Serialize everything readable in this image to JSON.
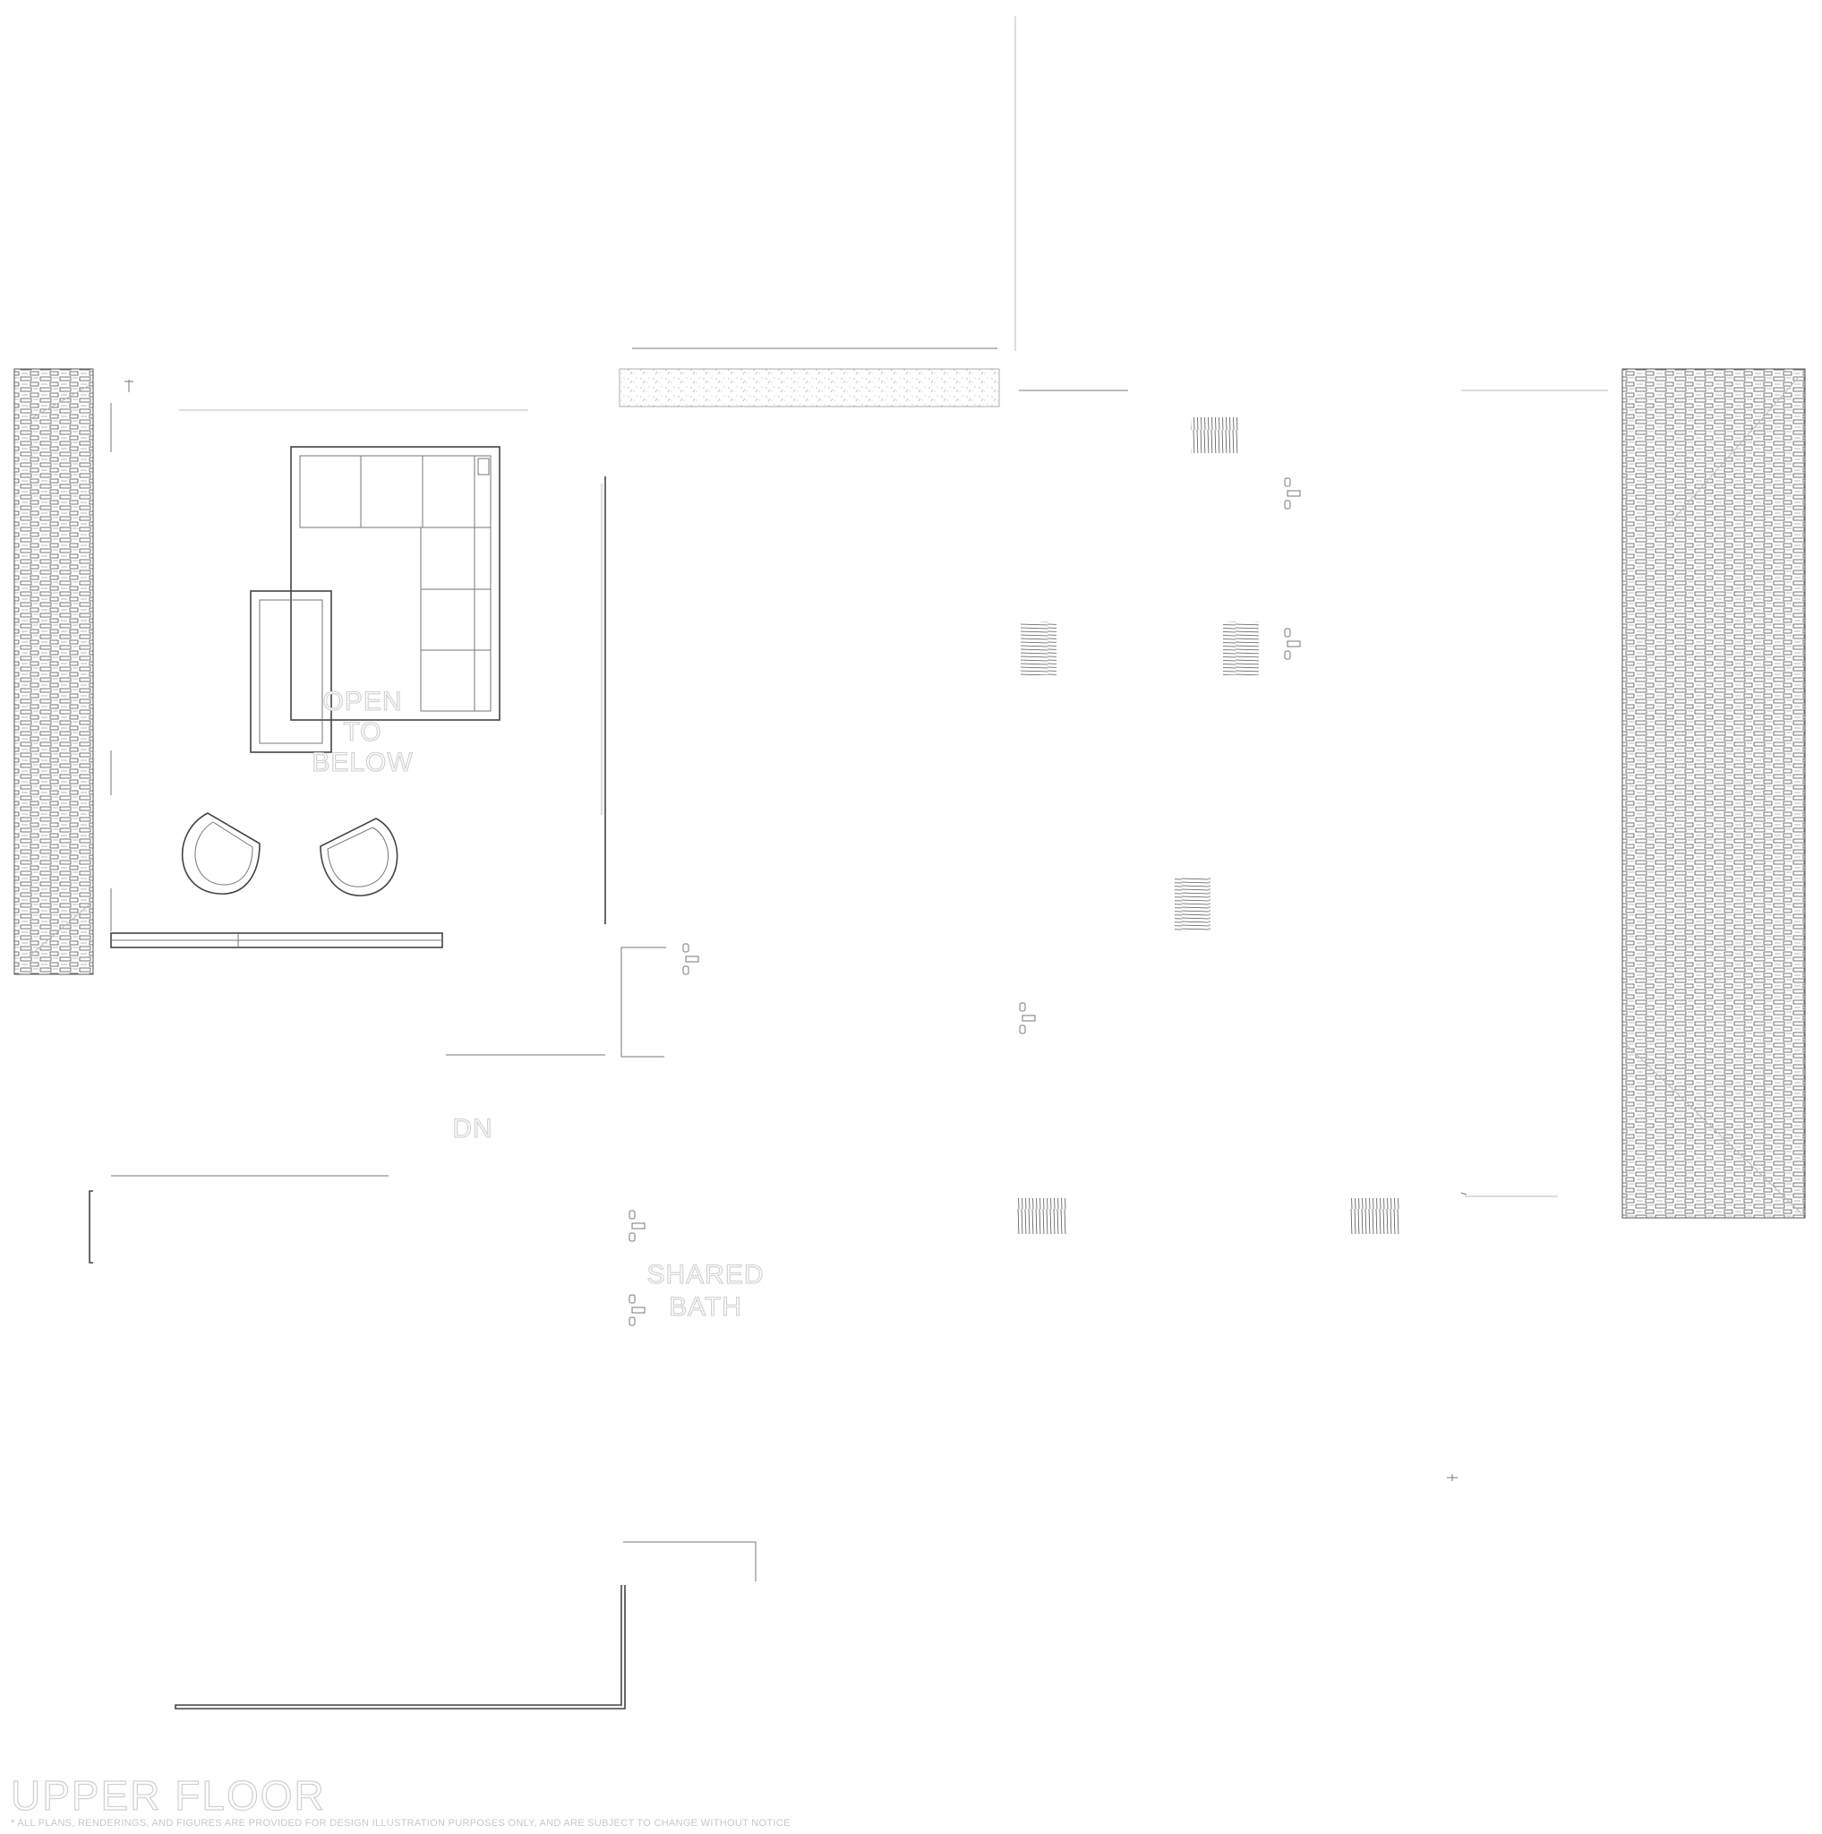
{
  "plan": {
    "title": "UPPER FLOOR",
    "disclaimer": "* ALL PLANS, RENDERINGS, AND FIGURES ARE PROVIDED FOR DESIGN ILLUSTRATION PURPOSES ONLY, AND ARE SUBJECT TO CHANGE WITHOUT NOTICE",
    "rooms": {
      "open_to_below_line1": "OPEN",
      "open_to_below_line2": "TO",
      "open_to_below_line3": "BELOW",
      "stair_label": "DN",
      "bath_line1": "SHARED",
      "bath_line2": "BATH"
    }
  },
  "colors": {
    "line": "#444444",
    "label_outline": "#cfcfcf",
    "background": "#ffffff"
  }
}
